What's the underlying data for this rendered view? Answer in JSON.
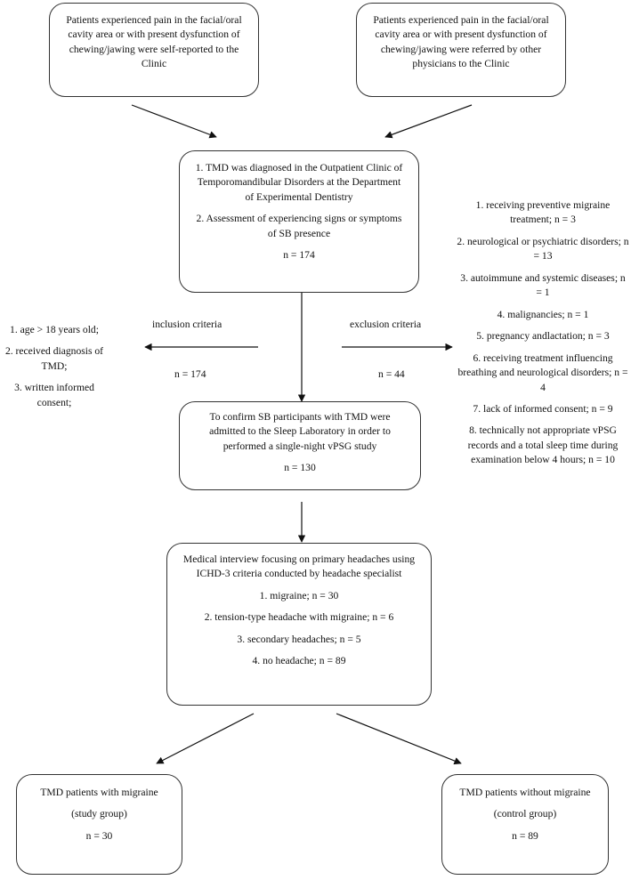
{
  "top_left_box": "Patients experienced pain in the facial/oral cavity area or with present dysfunction of chewing/jawing were self-reported to the Clinic",
  "top_right_box": "Patients experienced pain in the facial/oral cavity area or with present dysfunction of chewing/jawing were referred by other physicians to the Clinic",
  "diagnosis_box": {
    "step1": "1. TMD was diagnosed in the Outpatient Clinic of Temporomandibular Disorders at the Department of Experimental Dentistry",
    "step2": "2. Assessment of experiencing signs or symptoms of SB presence",
    "n": "n = 174"
  },
  "inclusion": {
    "label": "inclusion criteria",
    "n": "n = 174",
    "items": [
      "1. age > 18 years old;",
      "2. received diagnosis of TMD;",
      "3. written informed consent;"
    ]
  },
  "exclusion": {
    "label": "exclusion criteria",
    "n": "n = 44",
    "items": [
      "1. receiving preventive migraine treatment; n = 3",
      "2. neurological or psychiatric disorders;  n = 13",
      "3. autoimmune and systemic diseases; n = 1",
      "4. malignancies; n = 1",
      "5. pregnancy andlactation; n = 3",
      "6. receiving treatment influencing breathing and neurological disorders; n = 4",
      "7. lack of informed consent; n = 9",
      "8. technically not appropriate vPSG records and a total sleep time during examination below 4 hours; n = 10"
    ]
  },
  "sleep_lab_box": {
    "text": "To confirm SB participants with TMD were admitted to the Sleep Laboratory in order to performed a single-night vPSG study",
    "n": "n = 130"
  },
  "interview_box": {
    "title": "Medical interview focusing on primary headaches using ICHD-3 criteria conducted by headache specialist",
    "items": [
      "1. migraine; n = 30",
      "2. tension-type headache with migraine; n = 6",
      "3. secondary headaches; n = 5",
      "4. no headache; n = 89"
    ]
  },
  "study_group_box": {
    "title": "TMD patients with migraine",
    "group": "(study group)",
    "n": "n = 30"
  },
  "control_group_box": {
    "title": "TMD patients without migraine",
    "group": "(control group)",
    "n": "n = 89"
  }
}
